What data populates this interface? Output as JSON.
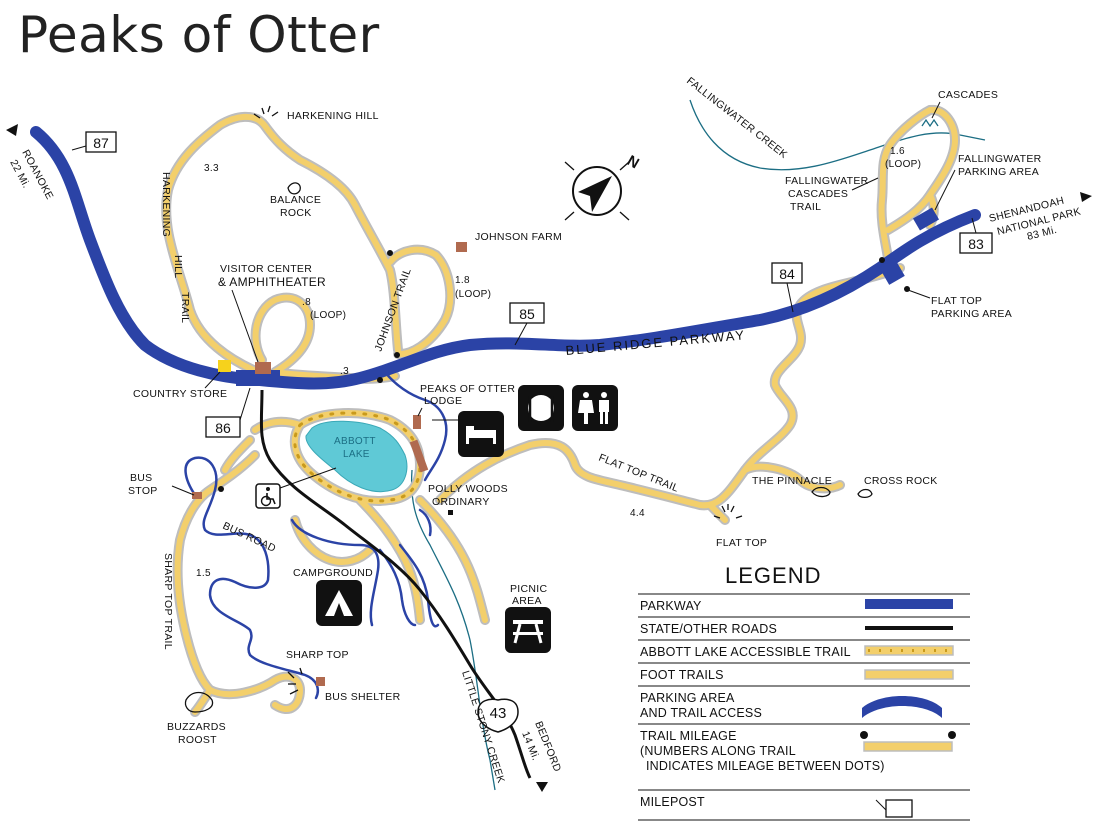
{
  "title": "Peaks of Otter",
  "colors": {
    "parkway": "#2b43a6",
    "road": "#111111",
    "trail": "#f3cf6b",
    "trail_edge": "#b9b9b9",
    "water": "#5fc9d6",
    "building": "#b06a4f",
    "store": "#f6d21c"
  },
  "mileposts": [
    "87",
    "86",
    "85",
    "84",
    "83"
  ],
  "route": {
    "number": "43"
  },
  "labels": {
    "roanoke": "ROANOKE",
    "roanoke_dist": "22 Mi.",
    "harkening_hill": "HARKENING HILL",
    "harkening_trail_1": "HARKENING",
    "harkening_trail_2": "HILL",
    "harkening_trail_3": "TRAIL",
    "balance_rock_1": "BALANCE",
    "balance_rock_2": "ROCK",
    "johnson_farm": "JOHNSON FARM",
    "johnson_trail": "JOHNSON TRAIL",
    "visitor_center_1": "VISITOR CENTER",
    "visitor_center_2": "& AMPHITHEATER",
    "country_store": "COUNTRY STORE",
    "lodge_1": "PEAKS OF OTTER",
    "lodge_2": "LODGE",
    "abbott_lake_1": "ABBOTT",
    "abbott_lake_2": "LAKE",
    "bus_stop_1": "BUS",
    "bus_stop_2": "STOP",
    "bus_road": "BUS ROAD",
    "polly_woods_1": "POLLY WOODS",
    "polly_woods_2": "ORDINARY",
    "campground": "CAMPGROUND",
    "picnic_1": "PICNIC",
    "picnic_2": "AREA",
    "sharp_top_trail": "SHARP TOP TRAIL",
    "sharp_top": "SHARP TOP",
    "bus_shelter": "BUS SHELTER",
    "buzzards_1": "BUZZARDS",
    "buzzards_2": "ROOST",
    "little_stony": "LITTLE STONY CREEK",
    "bedford": "BEDFORD",
    "bedford_dist": "14 Mi.",
    "blue_ridge": "BLUE RIDGE PARKWAY",
    "flat_top_trail": "FLAT TOP TRAIL",
    "flat_top": "FLAT TOP",
    "pinnacle": "THE PINNACLE",
    "cross_rock": "CROSS ROCK",
    "flat_top_parking_1": "FLAT TOP",
    "flat_top_parking_2": "PARKING AREA",
    "fallingwater_creek": "FALLINGWATER CREEK",
    "cascades": "CASCADES",
    "fallingwater_trail_1": "FALLINGWATER",
    "fallingwater_trail_2": "CASCADES",
    "fallingwater_trail_3": "TRAIL",
    "fallingwater_parking_1": "FALLINGWATER",
    "fallingwater_parking_2": "PARKING AREA",
    "shenandoah_1": "SHENANDOAH",
    "shenandoah_2": "NATIONAL PARK",
    "shenandoah_dist": "83 Mi.",
    "north": "N"
  },
  "mileage": {
    "harkening": "3.3",
    "johnson": "1.8",
    "johnson_loop": "(LOOP)",
    "visitor_loop": ".8",
    "visitor_loop_2": "(LOOP)",
    "connector": ".3",
    "sharp_top": "1.5",
    "flat_top": "4.4",
    "cascades": "1.6",
    "cascades_loop": "(LOOP)"
  },
  "icons": [
    "restaurant-icon",
    "restroom-icon",
    "lodging-icon",
    "accessible-icon",
    "campground-icon",
    "picnic-table-icon",
    "compass-icon"
  ],
  "legend": {
    "title": "LEGEND",
    "items": [
      {
        "label": "PARKWAY"
      },
      {
        "label": "STATE/OTHER ROADS"
      },
      {
        "label": "ABBOTT LAKE ACCESSIBLE TRAIL"
      },
      {
        "label": "FOOT TRAILS"
      },
      {
        "label": "PARKING AREA",
        "label2": "AND TRAIL ACCESS"
      },
      {
        "label": "TRAIL MILEAGE",
        "label2": "(NUMBERS ALONG TRAIL",
        "label3": "INDICATES MILEAGE BETWEEN DOTS)"
      },
      {
        "label": "MILEPOST"
      }
    ]
  }
}
